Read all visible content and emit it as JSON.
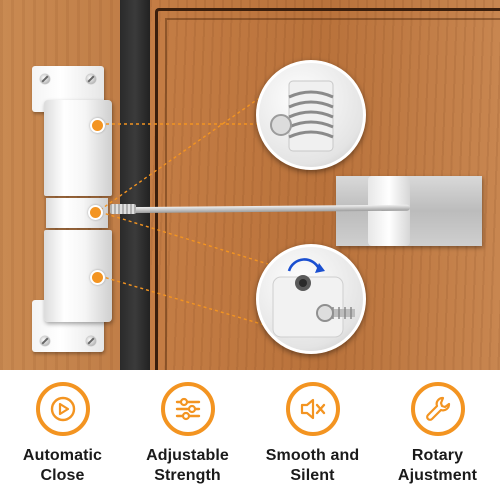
{
  "colors": {
    "accent": "#f39421",
    "wood": "#b9723b",
    "frame": "#2f2f2f",
    "metal": "#ffffff",
    "label_text": "#1a1a1a"
  },
  "product_image": {
    "callouts": [
      {
        "name": "spring-detail",
        "icon": "spring-zoom"
      },
      {
        "name": "adjustment-screw-detail",
        "icon": "rotate-arrow"
      }
    ]
  },
  "features": [
    {
      "label": "Automatic\nClose",
      "icon": "play-circle-icon"
    },
    {
      "label": "Adjustable\nStrength",
      "icon": "sliders-icon"
    },
    {
      "label": "Smooth and\nSilent",
      "icon": "mute-speaker-icon"
    },
    {
      "label": "Rotary\nAjustment",
      "icon": "wrench-icon"
    }
  ]
}
